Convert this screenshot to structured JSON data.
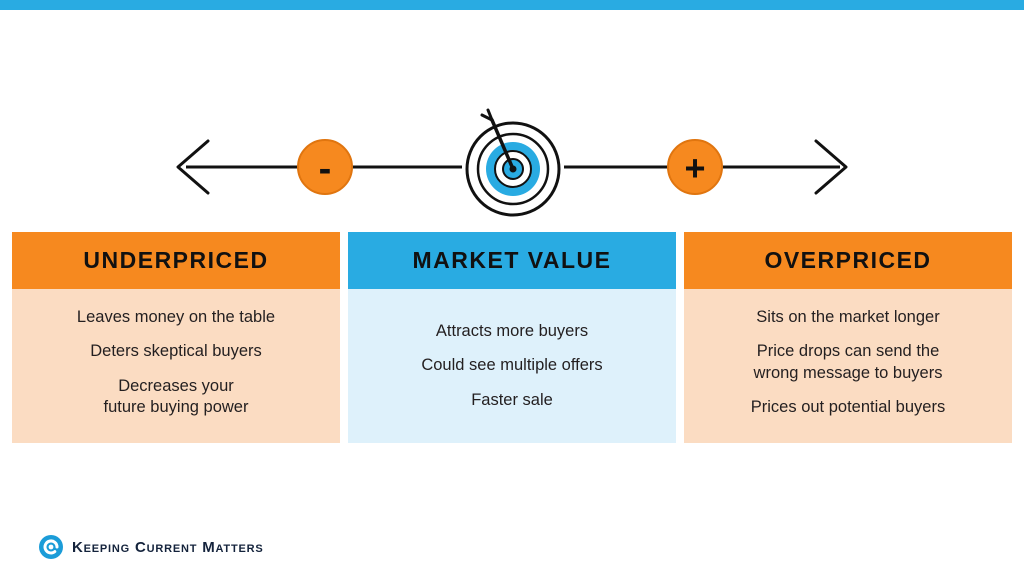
{
  "top_bar": {
    "color": "#29ABE2"
  },
  "spectrum": {
    "minus_label": "-",
    "plus_label": "+"
  },
  "cards": [
    {
      "title": "UNDERPRICED",
      "theme": "orange",
      "points": [
        "Leaves money on the table",
        "Deters skeptical buyers",
        "Decreases your\nfuture buying power"
      ]
    },
    {
      "title": "MARKET VALUE",
      "theme": "blue",
      "points": [
        "Attracts more buyers",
        "Could see multiple offers",
        "Faster sale"
      ]
    },
    {
      "title": "OVERPRICED",
      "theme": "orange",
      "points": [
        "Sits on the market longer",
        "Price drops can send the\nwrong message to buyers",
        "Prices out potential buyers"
      ]
    }
  ],
  "footer": {
    "brand": "Keeping Current Matters"
  },
  "colors": {
    "accent_blue": "#29ABE2",
    "accent_orange": "#F6891F",
    "light_orange": "#FBDCC2",
    "light_blue": "#DEF1FB",
    "text": "#231F20",
    "brand_navy": "#14233C"
  }
}
